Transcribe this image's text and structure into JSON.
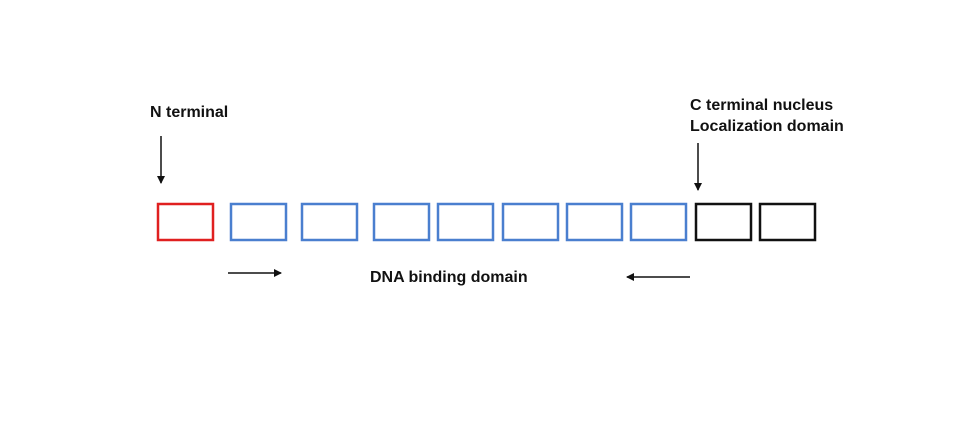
{
  "labels": {
    "n_terminal": "N terminal",
    "c_terminal_line1": "C terminal nucleus",
    "c_terminal_line2": "Localization domain",
    "dna_binding": "DNA binding domain"
  },
  "domains": [
    {
      "type": "n_terminal",
      "color": "#e02020"
    },
    {
      "type": "dna_binding",
      "color": "#4a7fcf"
    },
    {
      "type": "dna_binding",
      "color": "#4a7fcf"
    },
    {
      "type": "dna_binding",
      "color": "#4a7fcf"
    },
    {
      "type": "dna_binding",
      "color": "#4a7fcf"
    },
    {
      "type": "dna_binding",
      "color": "#4a7fcf"
    },
    {
      "type": "dna_binding",
      "color": "#4a7fcf"
    },
    {
      "type": "dna_binding",
      "color": "#4a7fcf"
    },
    {
      "type": "c_terminal_nls",
      "color": "#111111"
    },
    {
      "type": "c_terminal_nls",
      "color": "#111111"
    }
  ],
  "arrows": [
    {
      "name": "n-terminal-arrow",
      "direction": "down"
    },
    {
      "name": "c-terminal-arrow",
      "direction": "down"
    },
    {
      "name": "dna-left-arrow",
      "direction": "right"
    },
    {
      "name": "dna-right-arrow",
      "direction": "left"
    }
  ]
}
